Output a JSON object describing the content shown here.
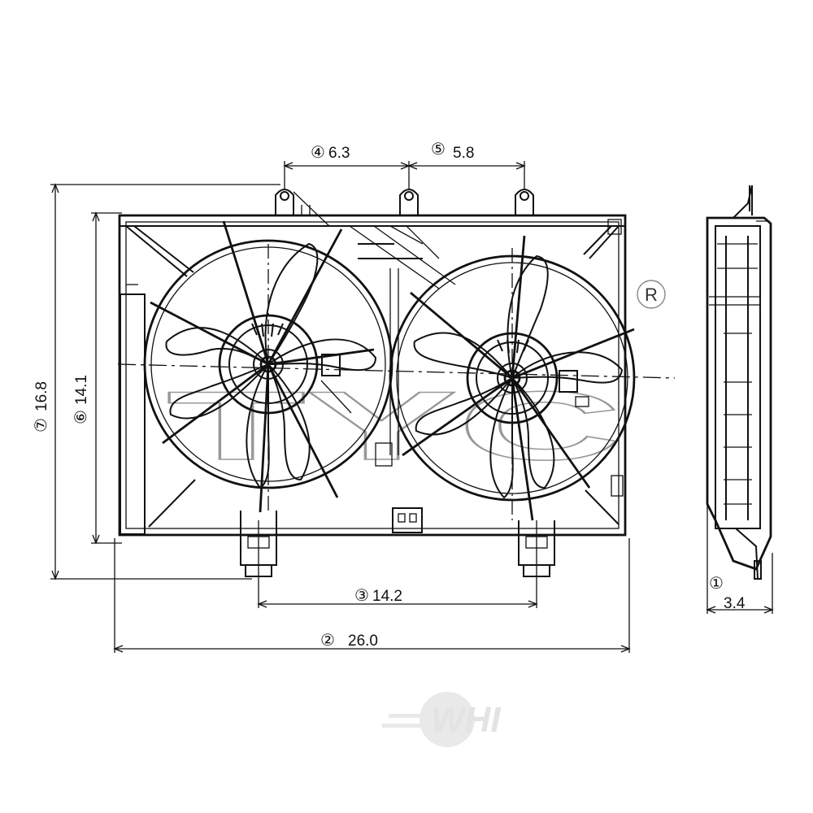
{
  "dimensions": [
    {
      "id": "depth",
      "number": "①",
      "value": "3.4"
    },
    {
      "id": "overall-width",
      "number": "②",
      "value": "26.0"
    },
    {
      "id": "mount-spacing-bottom",
      "number": "③",
      "value": "14.2"
    },
    {
      "id": "tab-spacing-left",
      "number": "④",
      "value": "6.3"
    },
    {
      "id": "tab-spacing-right",
      "number": "⑤",
      "value": "5.8"
    },
    {
      "id": "shroud-height",
      "number": "⑥",
      "value": "14.1"
    },
    {
      "id": "overall-height",
      "number": "⑦",
      "value": "16.8"
    }
  ],
  "watermark": {
    "registered_mark": "R",
    "brand": "TYC"
  },
  "logo": {
    "text": "WHI"
  }
}
